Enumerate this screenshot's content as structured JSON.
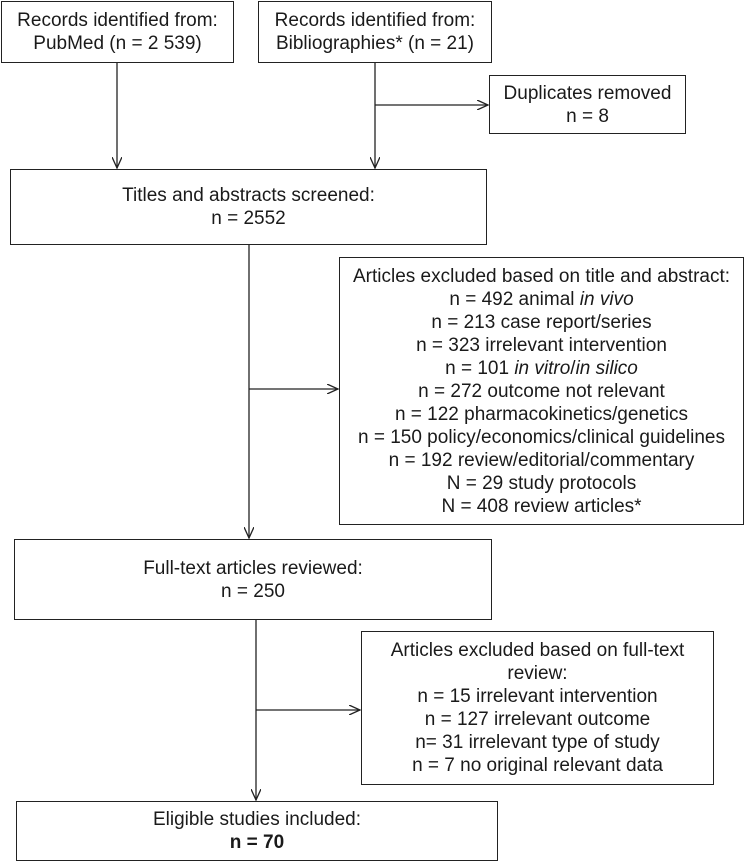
{
  "pubmed": {
    "line1": "Records identified from:",
    "line2": "PubMed (n = 2 539)"
  },
  "bibliographies": {
    "line1": "Records identified from:",
    "line2": "Bibliographies* (n = 21)"
  },
  "duplicates": {
    "line1": "Duplicates removed",
    "line2": "n = 8"
  },
  "screened": {
    "line1": "Titles and abstracts screened:",
    "line2": "n = 2552"
  },
  "excluded_title": {
    "heading": "Articles excluded based on title and abstract:",
    "items": [
      {
        "pre": "n = 492 animal ",
        "it": "in vivo",
        "post": ""
      },
      {
        "pre": "n = 213 case report/series",
        "it": "",
        "post": ""
      },
      {
        "pre": "n = 323 irrelevant intervention",
        "it": "",
        "post": ""
      },
      {
        "pre": "n = 101 ",
        "it": "in vitro",
        "post": "/",
        "it2": "in silico"
      },
      {
        "pre": "n = 272 outcome not relevant",
        "it": "",
        "post": ""
      },
      {
        "pre": "n = 122 pharmacokinetics/genetics",
        "it": "",
        "post": ""
      },
      {
        "pre": "n = 150 policy/economics/clinical guidelines",
        "it": "",
        "post": ""
      },
      {
        "pre": "n = 192 review/editorial/commentary",
        "it": "",
        "post": ""
      },
      {
        "pre": "N = 29 study protocols",
        "it": "",
        "post": ""
      },
      {
        "pre": "N = 408 review articles*",
        "it": "",
        "post": ""
      }
    ]
  },
  "fulltext": {
    "line1": "Full-text articles reviewed:",
    "line2": "n = 250"
  },
  "excluded_full": {
    "heading1": "Articles excluded based on full-text",
    "heading2": "review:",
    "items": [
      "n = 15 irrelevant intervention",
      "n = 127 irrelevant outcome",
      "n= 31 irrelevant type of study",
      "n = 7 no original relevant data"
    ]
  },
  "included": {
    "line1": "Eligible studies included:",
    "line2": "n = 70"
  }
}
